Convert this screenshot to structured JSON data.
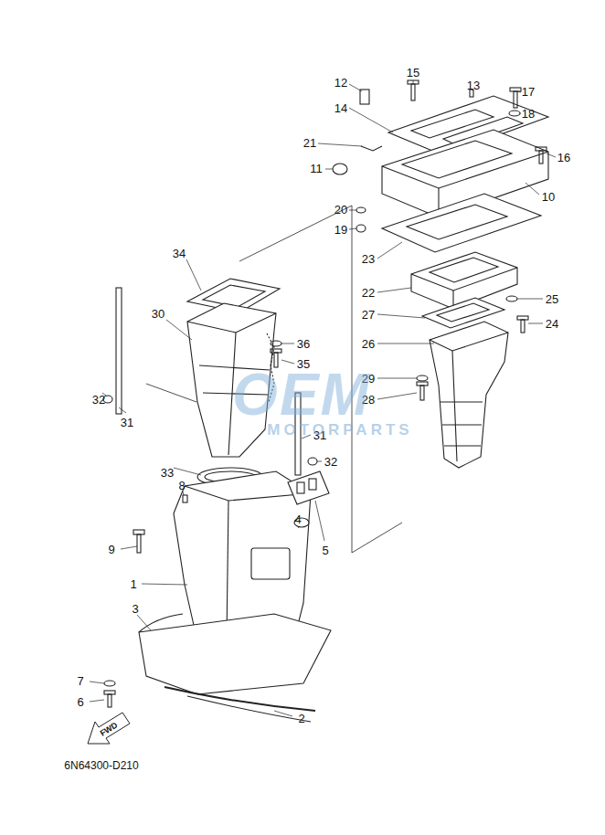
{
  "diagram": {
    "labels": [
      "12",
      "15",
      "13",
      "17",
      "18",
      "14",
      "21",
      "16",
      "11",
      "10",
      "20",
      "19",
      "23",
      "22",
      "25",
      "27",
      "24",
      "26",
      "29",
      "28",
      "34",
      "30",
      "36",
      "35",
      "32",
      "31",
      "31",
      "33",
      "32",
      "8",
      "9",
      "5",
      "4",
      "1",
      "3",
      "7",
      "6",
      "2",
      "FWD",
      "6N64300-D210",
      "OEM",
      "MOTORPARTS"
    ]
  }
}
